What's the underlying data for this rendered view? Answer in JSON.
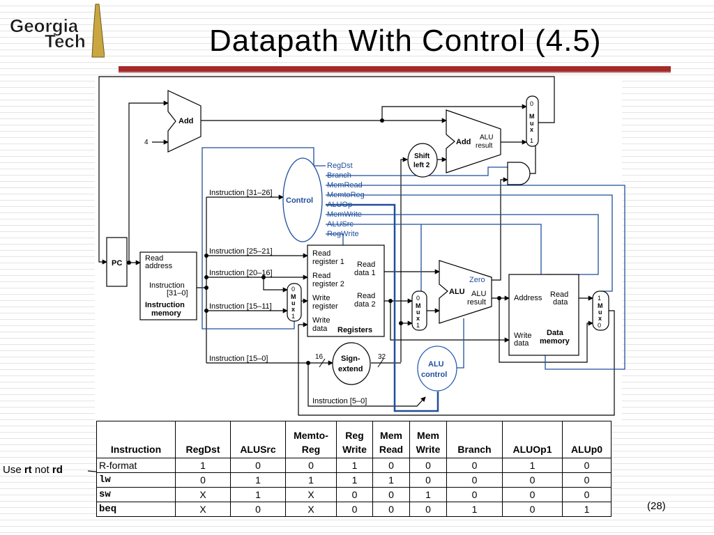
{
  "slide": {
    "title": "Datapath With Control (4.5)",
    "page_number": "(28)"
  },
  "logo": {
    "line1": "Georgia",
    "line2": "Tech"
  },
  "note": {
    "prefix": "Use ",
    "rt": "rt",
    "middle": " not ",
    "rd": "rd"
  },
  "diagram": {
    "pc": "PC",
    "add_top": "Add",
    "four": "4",
    "add_alu_add": "Add",
    "add_alu_alu": "ALU",
    "add_alu_result": "result",
    "shift": [
      "Shift",
      "left 2"
    ],
    "mux_letters": [
      "M",
      "u",
      "x"
    ],
    "mux_top": {
      "in0": "0",
      "in1": "1"
    },
    "mux_reg": {
      "in0": "0",
      "in1": "1"
    },
    "mux_alu": {
      "in0": "0",
      "in1": "1"
    },
    "mux_mem": {
      "in1": "1",
      "in0": "0"
    },
    "control": "Control",
    "control_signals": [
      "RegDst",
      "Branch",
      "MemRead",
      "MemtoReg",
      "ALUOp",
      "MemWrite",
      "ALUSrc",
      "RegWrite"
    ],
    "instruction_fields": [
      "Instruction [31–26]",
      "Instruction [25–21]",
      "Instruction [20–16]",
      "Instruction [15–11]",
      "Instruction [15–0]",
      "Instruction [5–0]"
    ],
    "imem": {
      "read": "Read",
      "address": "address",
      "instruction": "Instruction",
      "range": "[31–0]",
      "name1": "Instruction",
      "name2": "memory"
    },
    "regs": {
      "rr1a": "Read",
      "rr1b": "register 1",
      "rr2a": "Read",
      "rr2b": "register 2",
      "wra": "Write",
      "wrb": "register",
      "wda": "Write",
      "wdb": "data",
      "rd1a": "Read",
      "rd1b": "data 1",
      "rd2a": "Read",
      "rd2b": "data 2",
      "name": "Registers"
    },
    "alu": {
      "name": "ALU",
      "zero": "Zero",
      "res1": "ALU",
      "res2": "result"
    },
    "dmem": {
      "address": "Address",
      "read1": "Read",
      "read2": "data",
      "write1": "Write",
      "write2": "data",
      "name1": "Data",
      "name2": "memory"
    },
    "sign_extend": [
      "Sign-",
      "extend"
    ],
    "alu_control": [
      "ALU",
      "control"
    ],
    "bits16": "16",
    "bits32": "32"
  },
  "table": {
    "headers": [
      [
        "Instruction"
      ],
      [
        "RegDst"
      ],
      [
        "ALUSrc"
      ],
      [
        "Memto-",
        "Reg"
      ],
      [
        "Reg",
        "Write"
      ],
      [
        "Mem",
        "Read"
      ],
      [
        "Mem",
        "Write"
      ],
      [
        "Branch"
      ],
      [
        "ALUOp1"
      ],
      [
        "ALUp0"
      ]
    ],
    "rows": [
      {
        "instr": "R-format",
        "vals": [
          "1",
          "0",
          "0",
          "1",
          "0",
          "0",
          "0",
          "1",
          "0"
        ]
      },
      {
        "instr": "lw",
        "vals": [
          "0",
          "1",
          "1",
          "1",
          "1",
          "0",
          "0",
          "0",
          "0"
        ]
      },
      {
        "instr": "sw",
        "vals": [
          "X",
          "1",
          "X",
          "0",
          "0",
          "1",
          "0",
          "0",
          "0"
        ]
      },
      {
        "instr": "beq",
        "vals": [
          "X",
          "0",
          "X",
          "0",
          "0",
          "0",
          "1",
          "0",
          "1"
        ]
      }
    ]
  },
  "colors": {
    "title_bar": "#a52a2a",
    "control_blue": "#1f4e9c",
    "alu_control_blue": "#2a5db0"
  }
}
